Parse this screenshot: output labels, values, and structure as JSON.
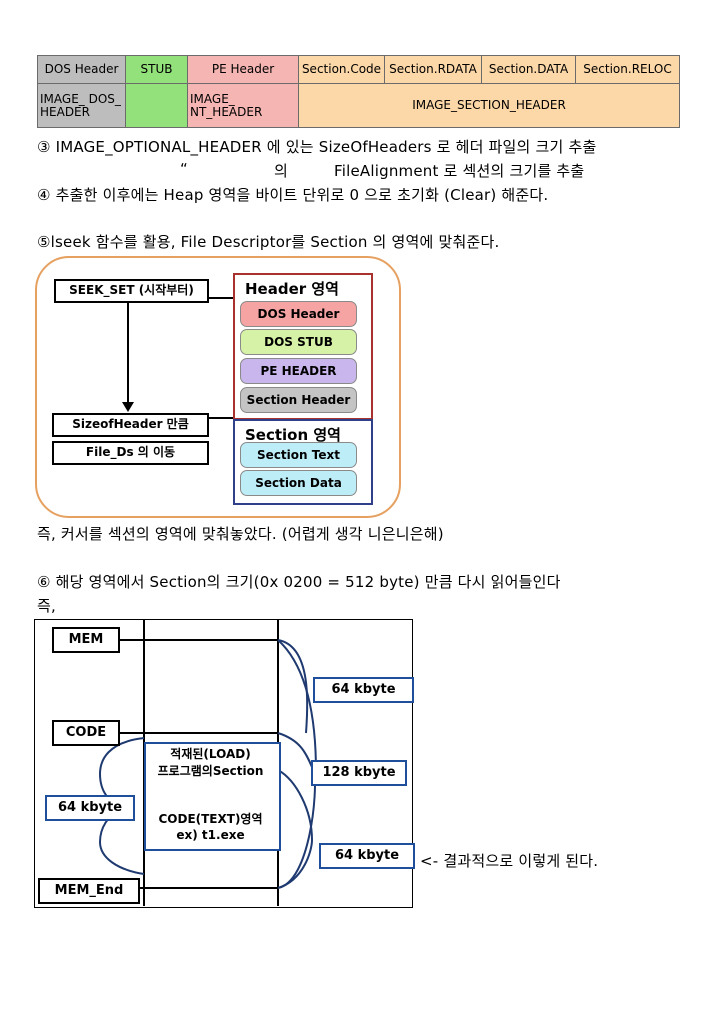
{
  "pe_table": {
    "row1": {
      "dos": "DOS Header",
      "stub": "STUB",
      "pe": "PE Header",
      "sections": [
        "Section.Code",
        "Section.RDATA",
        "Section.DATA",
        "Section.RELOC"
      ]
    },
    "row2": {
      "dos": "IMAGE_ DOS_ HEADER",
      "stub": "",
      "pe": "IMAGE_ NT_HEADER",
      "section": "IMAGE_SECTION_HEADER"
    }
  },
  "text": {
    "step3": "③ IMAGE_OPTIONAL_HEADER 에 있는 SizeOfHeaders 로 헤더 파일의 크기 추출",
    "step3_cont_quote": "“",
    "step3_cont_ui": "의",
    "step3_cont_rest": "FileAlignment 로 섹션의 크기를 추출",
    "step4": "④ 추출한 이후에는 Heap 영역을 바이트 단위로 0 으로 초기화 (Clear) 해준다.",
    "step5": "⑤lseek 함수를 활용, File Descriptor를 Section 의 영역에 맞춰준다.",
    "summary": "즉, 커서를 섹션의 영역에 맞춰놓았다. (어렵게 생각 니은니은해)",
    "step6": "⑥ 해당 영역에서 Section의 크기(0x 0200 = 512 byte) 만큼 다시 읽어들인다",
    "step6_cont": "즉,",
    "result_note": "<- 결과적으로 이렇게 된다."
  },
  "diagram1": {
    "seek_set": "SEEK_SET (시작부터)",
    "sizeof_header": "SizeofHeader 만큼",
    "file_ds_move": "File_Ds 의 이동",
    "header_region": "Header 영역",
    "header_items": [
      "DOS Header",
      "DOS STUB",
      "PE HEADER",
      "Section Header"
    ],
    "section_region": "Section 영역",
    "section_items": [
      "Section Text",
      "Section Data"
    ]
  },
  "diagram2": {
    "mem": "MEM",
    "code": "CODE",
    "mem_end": "MEM_End",
    "size_top": "64 kbyte",
    "size_middle": "128 kbyte",
    "size_left": "64 kbyte",
    "size_bottom": "64 kbyte",
    "loaded_line1": "적재된(LOAD)",
    "loaded_line2": "프로그램의Section",
    "code_line1": "CODE(TEXT)영역",
    "code_line2": "ex) t1.exe"
  },
  "colors": {
    "dos_gray": "#bdbdbd",
    "stub_green": "#92e17a",
    "pe_pink": "#f5b6b3",
    "section_orange": "#fcd7a7",
    "frame_orange": "#e6a060",
    "header_red": "#a8322d",
    "section_blue": "#2f3f8a"
  }
}
